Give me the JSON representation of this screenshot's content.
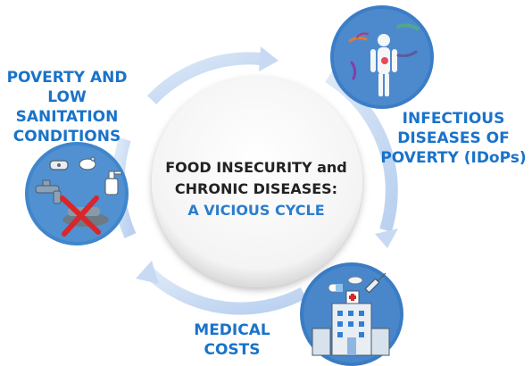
{
  "center": {
    "line1": "FOOD INSECURITY and",
    "line2": "CHRONIC DISEASES:",
    "line3": "A VICIOUS CYCLE"
  },
  "nodes": {
    "poverty": {
      "line1": "POVERTY AND",
      "line2": "LOW SANITATION",
      "line3": "CONDITIONS"
    },
    "idops": {
      "line1": "INFECTIOUS",
      "line2": "DISEASES OF",
      "line3": "POVERTY (IDoPs)"
    },
    "medical": {
      "line1": "MEDICAL",
      "line2": "COSTS"
    }
  },
  "colors": {
    "label": "#1a73c9",
    "accent": "#2b7dcf",
    "ring": "#cfe0f6",
    "node_bg": "#2f80c9"
  }
}
